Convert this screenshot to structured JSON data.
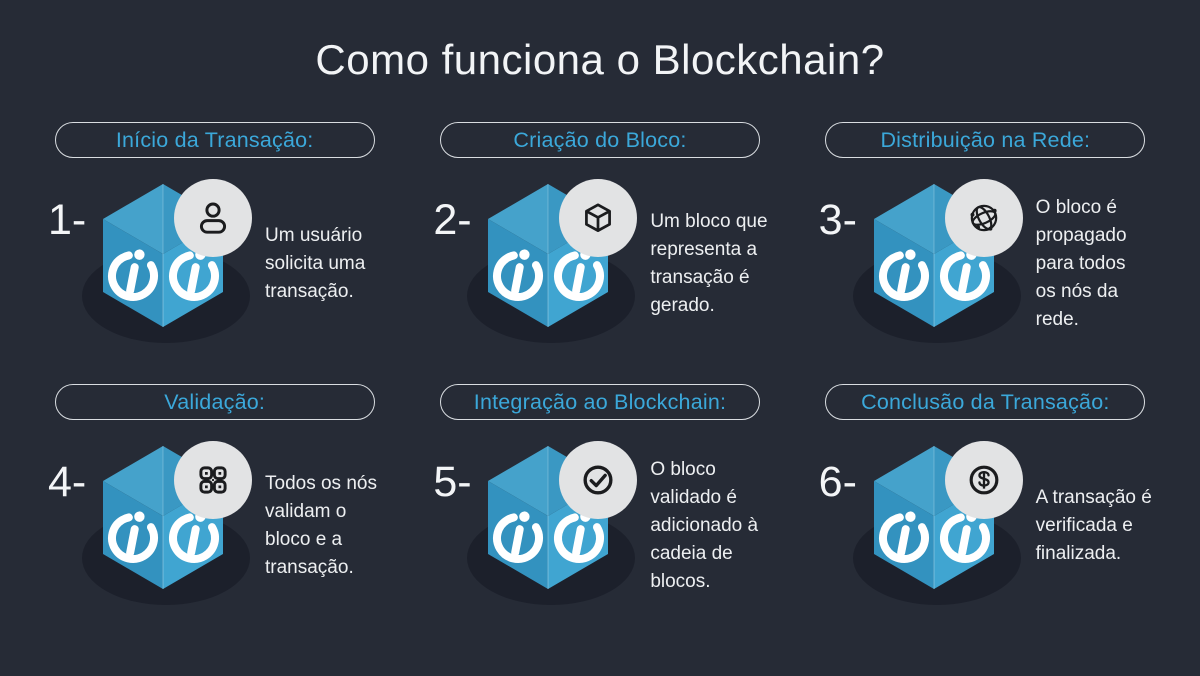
{
  "title": "Como funciona o Blockchain?",
  "colors": {
    "background": "#262B36",
    "accent_cyan": "#3BA8DA",
    "pill_border": "#D9DDE1",
    "text_light": "#EDEFF1",
    "badge_background": "#E2E3E4",
    "badge_icon": "#1B1C1E",
    "cube_top_left": "#45A2CB",
    "cube_top_right": "#3A98C3",
    "cube_left_face": "#3392BF",
    "cube_right_face": "#40A5D1",
    "cube_logo": "#FFFFFF",
    "cube_shadow": "#1C202B"
  },
  "steps": [
    {
      "number": "1-",
      "label": "Início da Transação:",
      "icon": "user-icon",
      "description": "Um usuário solicita uma transação."
    },
    {
      "number": "2-",
      "label": "Criação do Bloco:",
      "icon": "block-cube-icon",
      "description": "Um bloco que representa a transação é gerado."
    },
    {
      "number": "3-",
      "label": "Distribuição na Rede:",
      "icon": "network-globe-icon",
      "description": "O bloco é propagado para todos os nós da rede."
    },
    {
      "number": "4-",
      "label": "Validação:",
      "icon": "qr-code-icon",
      "description": "Todos os nós validam o bloco e a transação."
    },
    {
      "number": "5-",
      "label": "Integração ao Blockchain:",
      "icon": "check-circle-icon",
      "description": "O bloco validado é adicionado à cadeia de blocos."
    },
    {
      "number": "6-",
      "label": "Conclusão da Transação:",
      "icon": "dollar-circle-icon",
      "description": "A transação é verificada e finalizada."
    }
  ]
}
